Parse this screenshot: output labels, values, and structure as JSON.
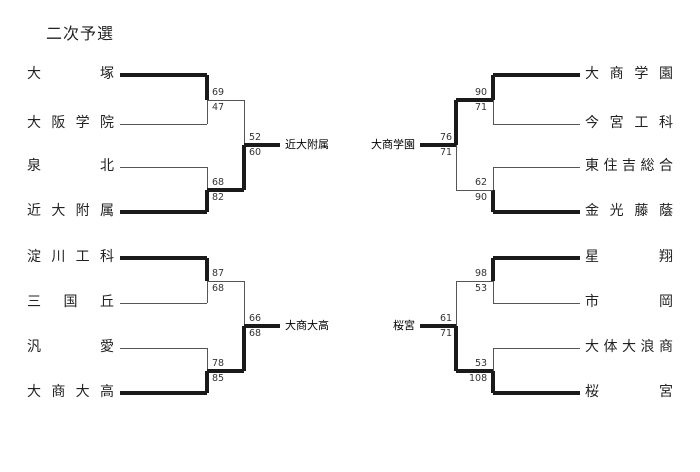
{
  "title": "二次予選",
  "left_blocks": [
    {
      "winner": "近大附属",
      "final_scores": [
        "52",
        "60"
      ],
      "matches": [
        {
          "teams": [
            "大　　塚",
            "大阪学院"
          ],
          "scores": [
            "69",
            "47"
          ],
          "winner_index": 0
        },
        {
          "teams": [
            "泉　　北",
            "近大附属"
          ],
          "scores": [
            "68",
            "82"
          ],
          "winner_index": 1
        }
      ],
      "final_winner_index": 1
    },
    {
      "winner": "大商大高",
      "final_scores": [
        "66",
        "68"
      ],
      "matches": [
        {
          "teams": [
            "淀川工科",
            "三　国　丘"
          ],
          "scores": [
            "87",
            "68"
          ],
          "winner_index": 0
        },
        {
          "teams": [
            "汎　　愛",
            "大商大高"
          ],
          "scores": [
            "78",
            "85"
          ],
          "winner_index": 1
        }
      ],
      "final_winner_index": 1
    }
  ],
  "right_blocks": [
    {
      "winner": "大商学園",
      "final_scores": [
        "76",
        "71"
      ],
      "matches": [
        {
          "teams": [
            "大商学園",
            "今宮工科"
          ],
          "scores": [
            "90",
            "71"
          ],
          "winner_index": 0
        },
        {
          "teams": [
            "東住吉総合",
            "金光藤蔭"
          ],
          "scores": [
            "62",
            "90"
          ],
          "winner_index": 1
        }
      ],
      "final_winner_index": 0
    },
    {
      "winner": "桜宮",
      "final_scores": [
        "61",
        "71"
      ],
      "matches": [
        {
          "teams": [
            "星　　翔",
            "市　　岡"
          ],
          "scores": [
            "98",
            "53"
          ],
          "winner_index": 0
        },
        {
          "teams": [
            "大体大浪商",
            "桜　　宮"
          ],
          "scores": [
            "53",
            "108"
          ],
          "winner_index": 1
        }
      ],
      "final_winner_index": 1
    }
  ]
}
